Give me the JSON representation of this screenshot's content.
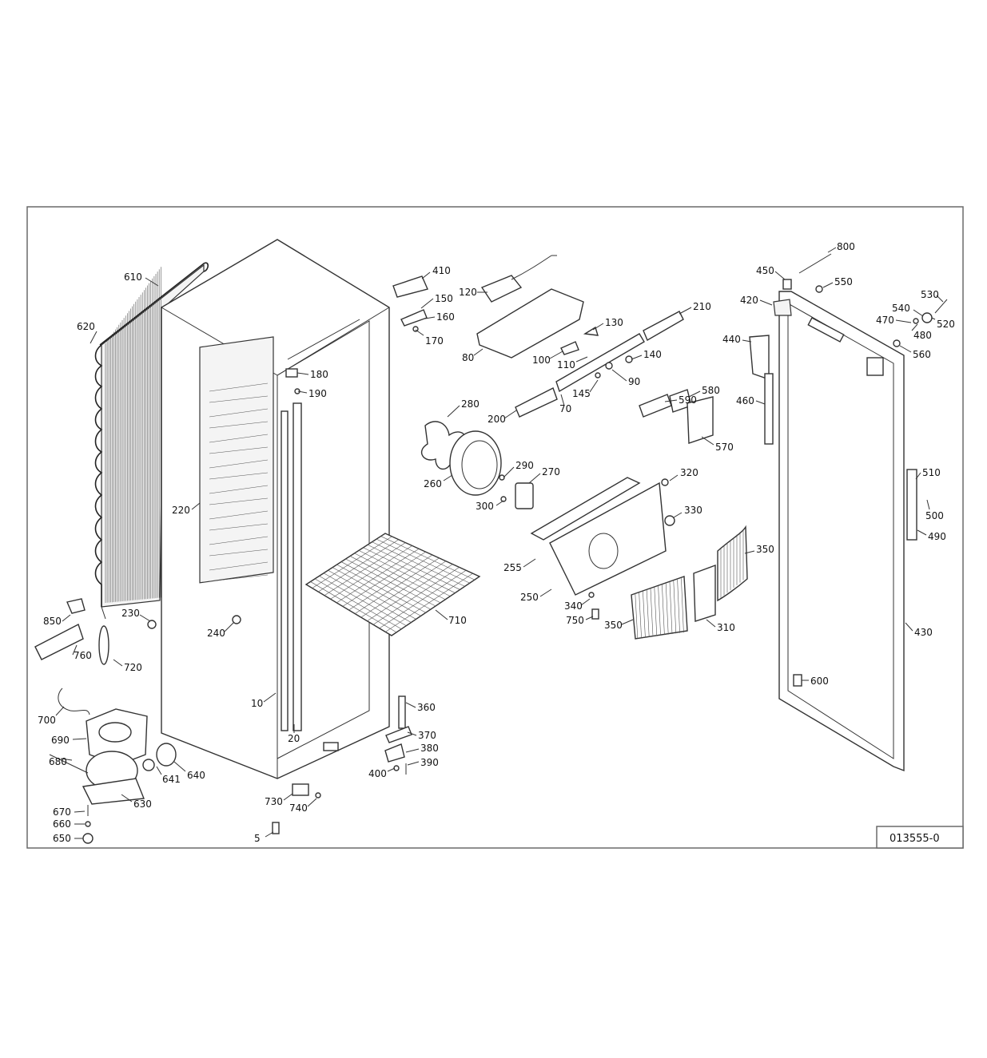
{
  "drawing": {
    "reference": "013555-0",
    "callouts": [
      {
        "id": "c610",
        "label": "610"
      },
      {
        "id": "c620",
        "label": "620"
      },
      {
        "id": "c220",
        "label": "220"
      },
      {
        "id": "c180",
        "label": "180"
      },
      {
        "id": "c190",
        "label": "190"
      },
      {
        "id": "c410",
        "label": "410"
      },
      {
        "id": "c150",
        "label": "150"
      },
      {
        "id": "c160",
        "label": "160"
      },
      {
        "id": "c170",
        "label": "170"
      },
      {
        "id": "c120",
        "label": "120"
      },
      {
        "id": "c80",
        "label": "80"
      },
      {
        "id": "c100",
        "label": "100"
      },
      {
        "id": "c130",
        "label": "130"
      },
      {
        "id": "c210",
        "label": "210"
      },
      {
        "id": "c110",
        "label": "110"
      },
      {
        "id": "c140",
        "label": "140"
      },
      {
        "id": "c90",
        "label": "90"
      },
      {
        "id": "c145",
        "label": "145"
      },
      {
        "id": "c70",
        "label": "70"
      },
      {
        "id": "c590",
        "label": "590"
      },
      {
        "id": "c580",
        "label": "580"
      },
      {
        "id": "c570",
        "label": "570"
      },
      {
        "id": "c200",
        "label": "200"
      },
      {
        "id": "c280",
        "label": "280"
      },
      {
        "id": "c290",
        "label": "290"
      },
      {
        "id": "c270",
        "label": "270"
      },
      {
        "id": "c260",
        "label": "260"
      },
      {
        "id": "c300",
        "label": "300"
      },
      {
        "id": "c320",
        "label": "320"
      },
      {
        "id": "c330",
        "label": "330"
      },
      {
        "id": "c350a",
        "label": "350"
      },
      {
        "id": "c255",
        "label": "255"
      },
      {
        "id": "c250",
        "label": "250"
      },
      {
        "id": "c340",
        "label": "340"
      },
      {
        "id": "c750",
        "label": "750"
      },
      {
        "id": "c350b",
        "label": "350"
      },
      {
        "id": "c310",
        "label": "310"
      },
      {
        "id": "c710",
        "label": "710"
      },
      {
        "id": "c240",
        "label": "240"
      },
      {
        "id": "c230",
        "label": "230"
      },
      {
        "id": "c850",
        "label": "850"
      },
      {
        "id": "c760",
        "label": "760"
      },
      {
        "id": "c720",
        "label": "720"
      },
      {
        "id": "c10",
        "label": "10"
      },
      {
        "id": "c20",
        "label": "20"
      },
      {
        "id": "c360",
        "label": "360"
      },
      {
        "id": "c370",
        "label": "370"
      },
      {
        "id": "c380",
        "label": "380"
      },
      {
        "id": "c390",
        "label": "390"
      },
      {
        "id": "c400",
        "label": "400"
      },
      {
        "id": "c700",
        "label": "700"
      },
      {
        "id": "c690",
        "label": "690"
      },
      {
        "id": "c680",
        "label": "680"
      },
      {
        "id": "c641",
        "label": "641"
      },
      {
        "id": "c640",
        "label": "640"
      },
      {
        "id": "c630",
        "label": "630"
      },
      {
        "id": "c670",
        "label": "670"
      },
      {
        "id": "c660",
        "label": "660"
      },
      {
        "id": "c650",
        "label": "650"
      },
      {
        "id": "c730",
        "label": "730"
      },
      {
        "id": "c740",
        "label": "740"
      },
      {
        "id": "c5",
        "label": "5"
      },
      {
        "id": "c800",
        "label": "800"
      },
      {
        "id": "c450",
        "label": "450"
      },
      {
        "id": "c550",
        "label": "550"
      },
      {
        "id": "c420",
        "label": "420"
      },
      {
        "id": "c530",
        "label": "530"
      },
      {
        "id": "c540",
        "label": "540"
      },
      {
        "id": "c470",
        "label": "470"
      },
      {
        "id": "c480",
        "label": "480"
      },
      {
        "id": "c520",
        "label": "520"
      },
      {
        "id": "c560",
        "label": "560"
      },
      {
        "id": "c440",
        "label": "440"
      },
      {
        "id": "c460",
        "label": "460"
      },
      {
        "id": "c510",
        "label": "510"
      },
      {
        "id": "c500",
        "label": "500"
      },
      {
        "id": "c490",
        "label": "490"
      },
      {
        "id": "c430",
        "label": "430"
      },
      {
        "id": "c600",
        "label": "600"
      }
    ]
  }
}
